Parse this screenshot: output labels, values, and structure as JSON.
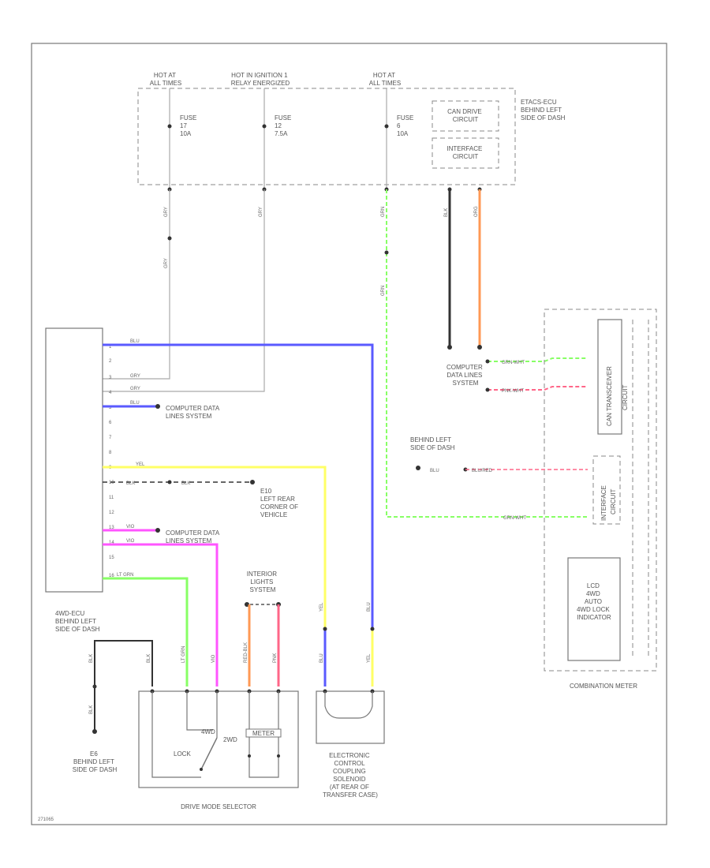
{
  "colors": {
    "blue": "#5a5aff",
    "yellow": "#ffff66",
    "pink": "#ff55ff",
    "lightgreen": "#88ff66",
    "orange": "#ff9955",
    "redpink": "#ff6688",
    "black": "#333333",
    "gray": "#aaaaaa"
  },
  "fuse_block": {
    "hot1": [
      "HOT AT",
      "ALL TIMES"
    ],
    "hot2": [
      "HOT IN IGNITION 1",
      "RELAY ENERGIZED"
    ],
    "hot3": [
      "HOT AT",
      "ALL TIMES"
    ],
    "fuse1": [
      "FUSE",
      "17",
      "10A"
    ],
    "fuse2": [
      "FUSE",
      "12",
      "7.5A"
    ],
    "fuse3": [
      "FUSE",
      "6",
      "10A"
    ],
    "circuit_a": [
      "CAN DRIVE",
      "CIRCUIT"
    ],
    "circuit_b": [
      "INTERFACE",
      "CIRCUIT"
    ],
    "module": [
      "ETACS-ECU",
      "BEHIND LEFT",
      "SIDE OF DASH"
    ]
  },
  "ecu": {
    "label": [
      "4WD-ECU",
      "BEHIND LEFT",
      "SIDE OF DASH"
    ],
    "pins": [
      "1",
      "2",
      "3",
      "4",
      "5",
      "6",
      "7",
      "8",
      "9",
      "10",
      "11",
      "12",
      "13",
      "14",
      "15",
      "16"
    ],
    "wire_labels": [
      "BLU",
      "GRY",
      "GRY",
      "BLU",
      "YEL",
      "BLK",
      "VIO",
      "VIO",
      "LT GRN"
    ]
  },
  "labels": {
    "comp_data_1": [
      "COMPUTER DATA",
      "LINES SYSTEM"
    ],
    "comp_data_2": [
      "COMPUTER DATA",
      "LINES SYSTEM"
    ],
    "comp_data_3": [
      "COMPUTER",
      "DATA LINES",
      "SYSTEM"
    ],
    "ground_e10": [
      "E10",
      "LEFT REAR",
      "CORNER OF",
      "VEHICLE"
    ],
    "behind_left": [
      "BEHIND LEFT",
      "SIDE OF DASH"
    ],
    "interior": [
      "INTERIOR",
      "LIGHTS",
      "SYSTEM"
    ],
    "ground_e6": [
      "E6",
      "BEHIND LEFT",
      "SIDE OF DASH"
    ],
    "drive_mode": "DRIVE MODE SELECTOR",
    "coupling": [
      "ELECTRONIC",
      "CONTROL",
      "COUPLING",
      "SOLENOID",
      "(AT REAR OF",
      "TRANSFER CASE)"
    ],
    "combination": "COMBINATION METER",
    "lock": "LOCK",
    "fourwd": "4WD",
    "twowd": "2WD",
    "meter": "METER",
    "footer": "271065"
  },
  "meter": {
    "can": [
      "CAN TRANSCEIVER",
      "CIRCUIT"
    ],
    "interface": [
      "INTERFACE",
      "CIRCUIT"
    ],
    "lcd": [
      "LCD",
      "4WD",
      "AUTO",
      "4WD LOCK",
      "INDICATOR"
    ]
  },
  "wire_labels": {
    "grn_a": "GRN",
    "grn_b": "GRN",
    "blk": "BLK",
    "org": "ORG",
    "grn_wht": "GRN-WHT",
    "pnk_wht": "PNK-WHT",
    "blu_red": "BLU/RED",
    "blu": "BLU",
    "grn_wht2": "GRN-WHT",
    "gry_a": "GRY",
    "gry_b": "GRY",
    "gry_c": "GRY",
    "yel_a": "YEL",
    "yel_b": "YEL",
    "blu_a": "BLU",
    "blu_b": "BLU",
    "lt_grn": "LT GRN",
    "vio": "VIO",
    "red_blk": "RED-BLK",
    "pnk": "PNK",
    "blk_a": "BLK",
    "blk_b": "BLK",
    "blk_c": "BLK",
    "blk_d": "BLK"
  }
}
